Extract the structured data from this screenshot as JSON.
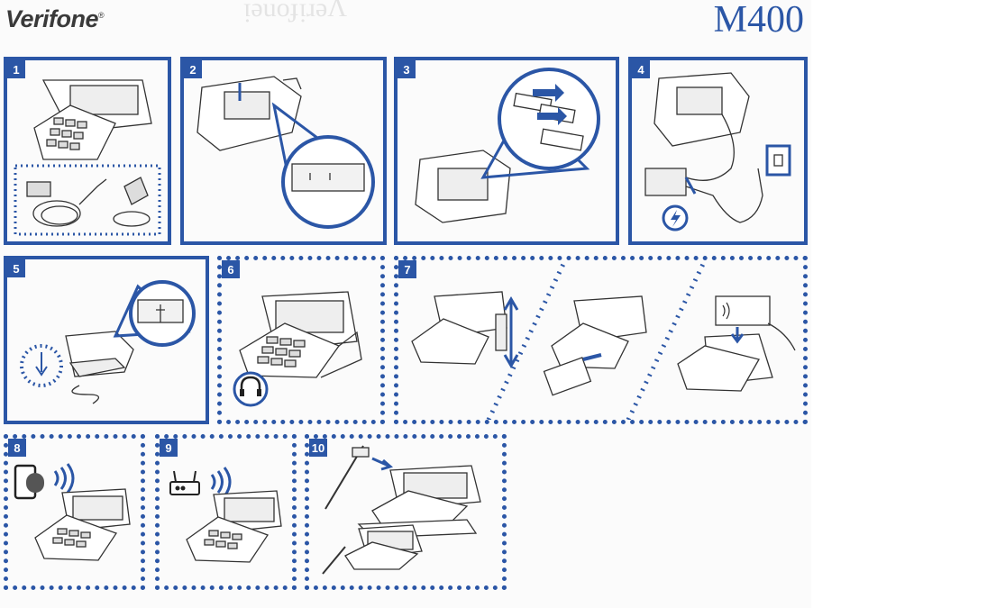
{
  "header": {
    "brand": "Verifone",
    "brand_mark": "®",
    "model": "M400",
    "accent_color": "#2b56a6"
  },
  "steps": [
    {
      "number": "1"
    },
    {
      "number": "2"
    },
    {
      "number": "3"
    },
    {
      "number": "4"
    },
    {
      "number": "5"
    },
    {
      "number": "6"
    },
    {
      "number": "7"
    },
    {
      "number": "8"
    },
    {
      "number": "9"
    },
    {
      "number": "10"
    }
  ],
  "icons": [
    "power-icon",
    "headphone-icon",
    "bluetooth-phone-icon",
    "wifi-icon",
    "router-icon",
    "contactless-icon"
  ]
}
